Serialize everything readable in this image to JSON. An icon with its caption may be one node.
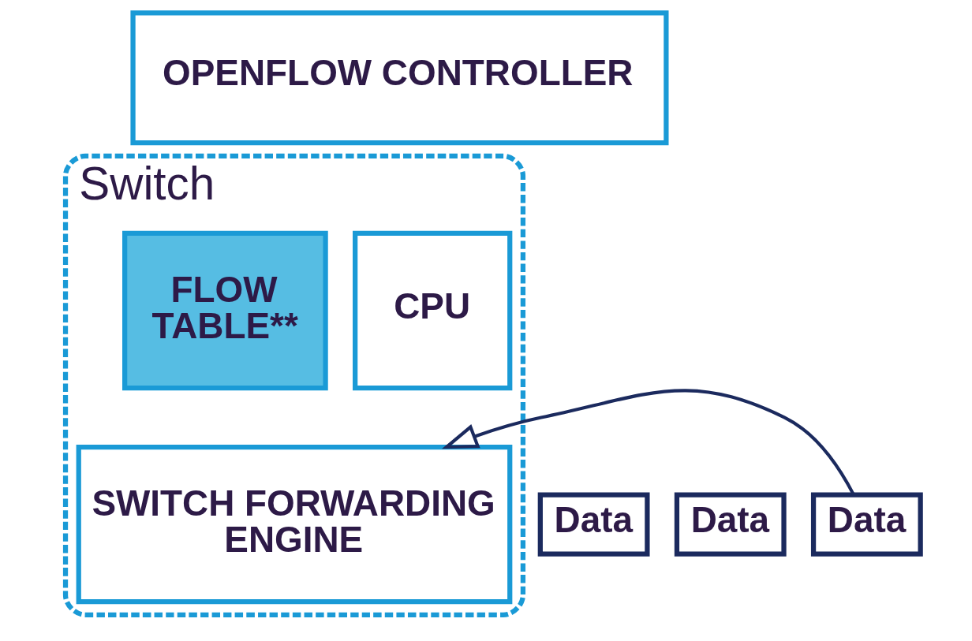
{
  "diagram": {
    "nodes": [
      {
        "text": [
          "OPENFLOW CONTROLLER"
        ]
      },
      {
        "text": [
          "Switch"
        ]
      },
      {
        "text": [
          "FLOW TABLE**"
        ],
        "in": 1
      },
      {
        "text": [
          "CPU"
        ],
        "in": 1
      },
      {
        "text": [
          "SWITCH FORWARDING ENGINE"
        ],
        "in": 1
      },
      {
        "text": [
          "Data"
        ]
      },
      {
        "text": [
          "Data"
        ]
      },
      {
        "text": [
          "Data"
        ]
      }
    ],
    "edges": [
      {
        "from": 7,
        "to": 4,
        "arrow": "to"
      }
    ]
  }
}
